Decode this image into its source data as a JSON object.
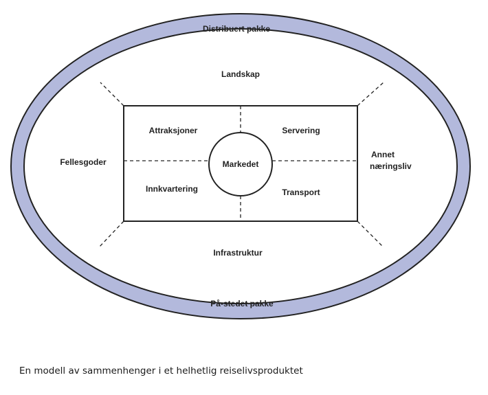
{
  "diagram": {
    "outer_ring": {
      "top_label": "Distribuert pakke",
      "bottom_label": "På-stedet pakke",
      "ring_color": "#b3b9dc"
    },
    "zones": {
      "top": "Landskap",
      "bottom": "Infrastruktur",
      "left": "Fellesgoder",
      "right_line1": "Annet",
      "right_line2": "næringsliv"
    },
    "quadrants": {
      "top_left": "Attraksjoner",
      "top_right": "Servering",
      "bottom_left": "Innkvartering",
      "bottom_right": "Transport"
    },
    "center": "Markedet"
  },
  "caption": "En modell av sammenhenger i et helhetlig reiselivsproduktet"
}
